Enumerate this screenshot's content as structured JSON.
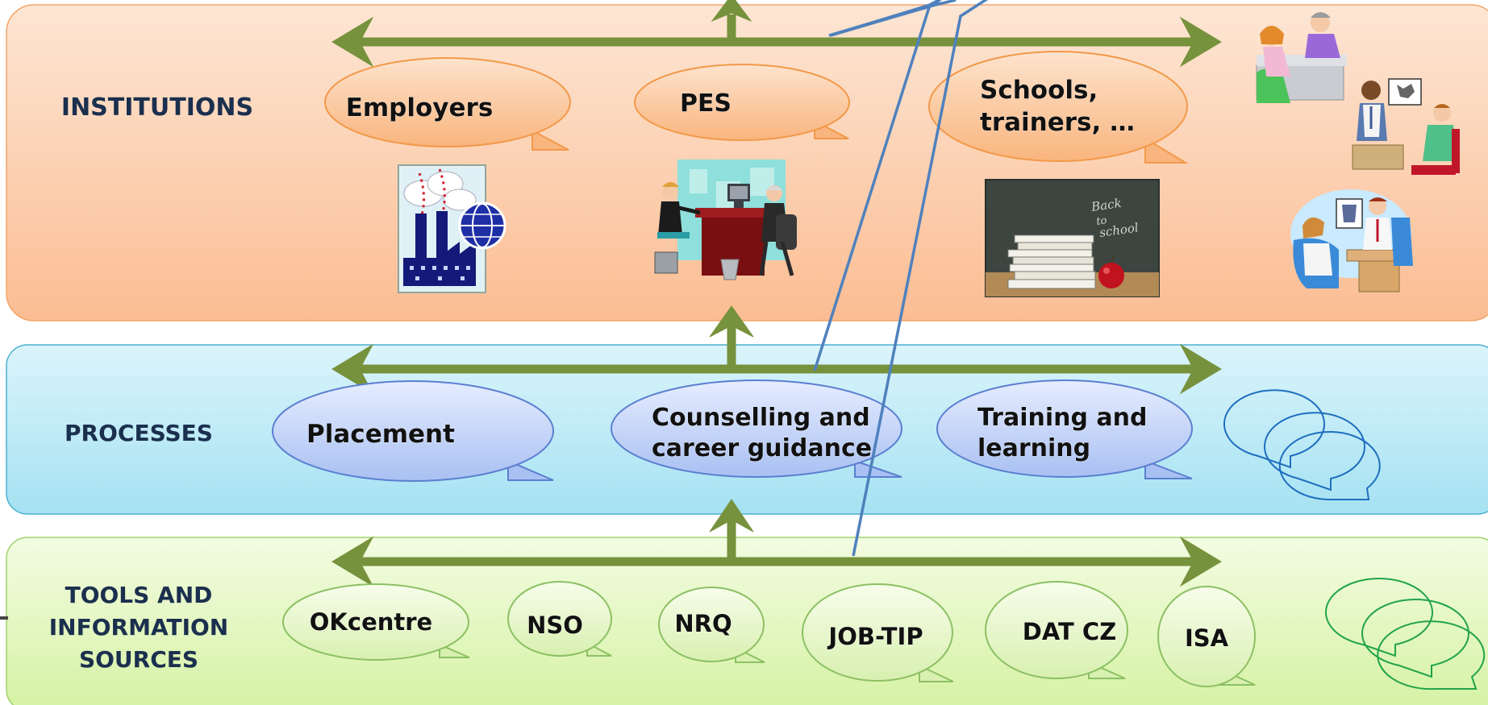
{
  "bands": {
    "institutions": {
      "label": "INSTITUTIONS"
    },
    "processes": {
      "label": "PROCESSES"
    },
    "tools": {
      "label_lines": [
        "TOOLS AND",
        "INFORMATION",
        "SOURCES"
      ]
    }
  },
  "institutions": {
    "employers": "Employers",
    "pes": "PES",
    "schools_lines": [
      "Schools,",
      "trainers, …"
    ]
  },
  "processes": {
    "placement": "Placement",
    "counselling_lines": [
      "Counselling and",
      "career guidance"
    ],
    "training_lines": [
      "Training and",
      "learning"
    ]
  },
  "tools": {
    "okcentre": "OKcentre",
    "nso": "NSO",
    "nrq": "NRQ",
    "jobtip": "JOB-TIP",
    "datcz": "DAT CZ",
    "isa": "ISA"
  },
  "chalkboard_lines": [
    "Back",
    "to",
    "school"
  ],
  "colors": {
    "arrow": "#76923c",
    "connector": "#4f81bd",
    "institutions_fill": "#fbc29b",
    "processes_fill": "#a9e4f3",
    "tools_fill": "#dcf4ae",
    "outline_blue": "#1f6fbf",
    "outline_green": "#22a44a"
  }
}
